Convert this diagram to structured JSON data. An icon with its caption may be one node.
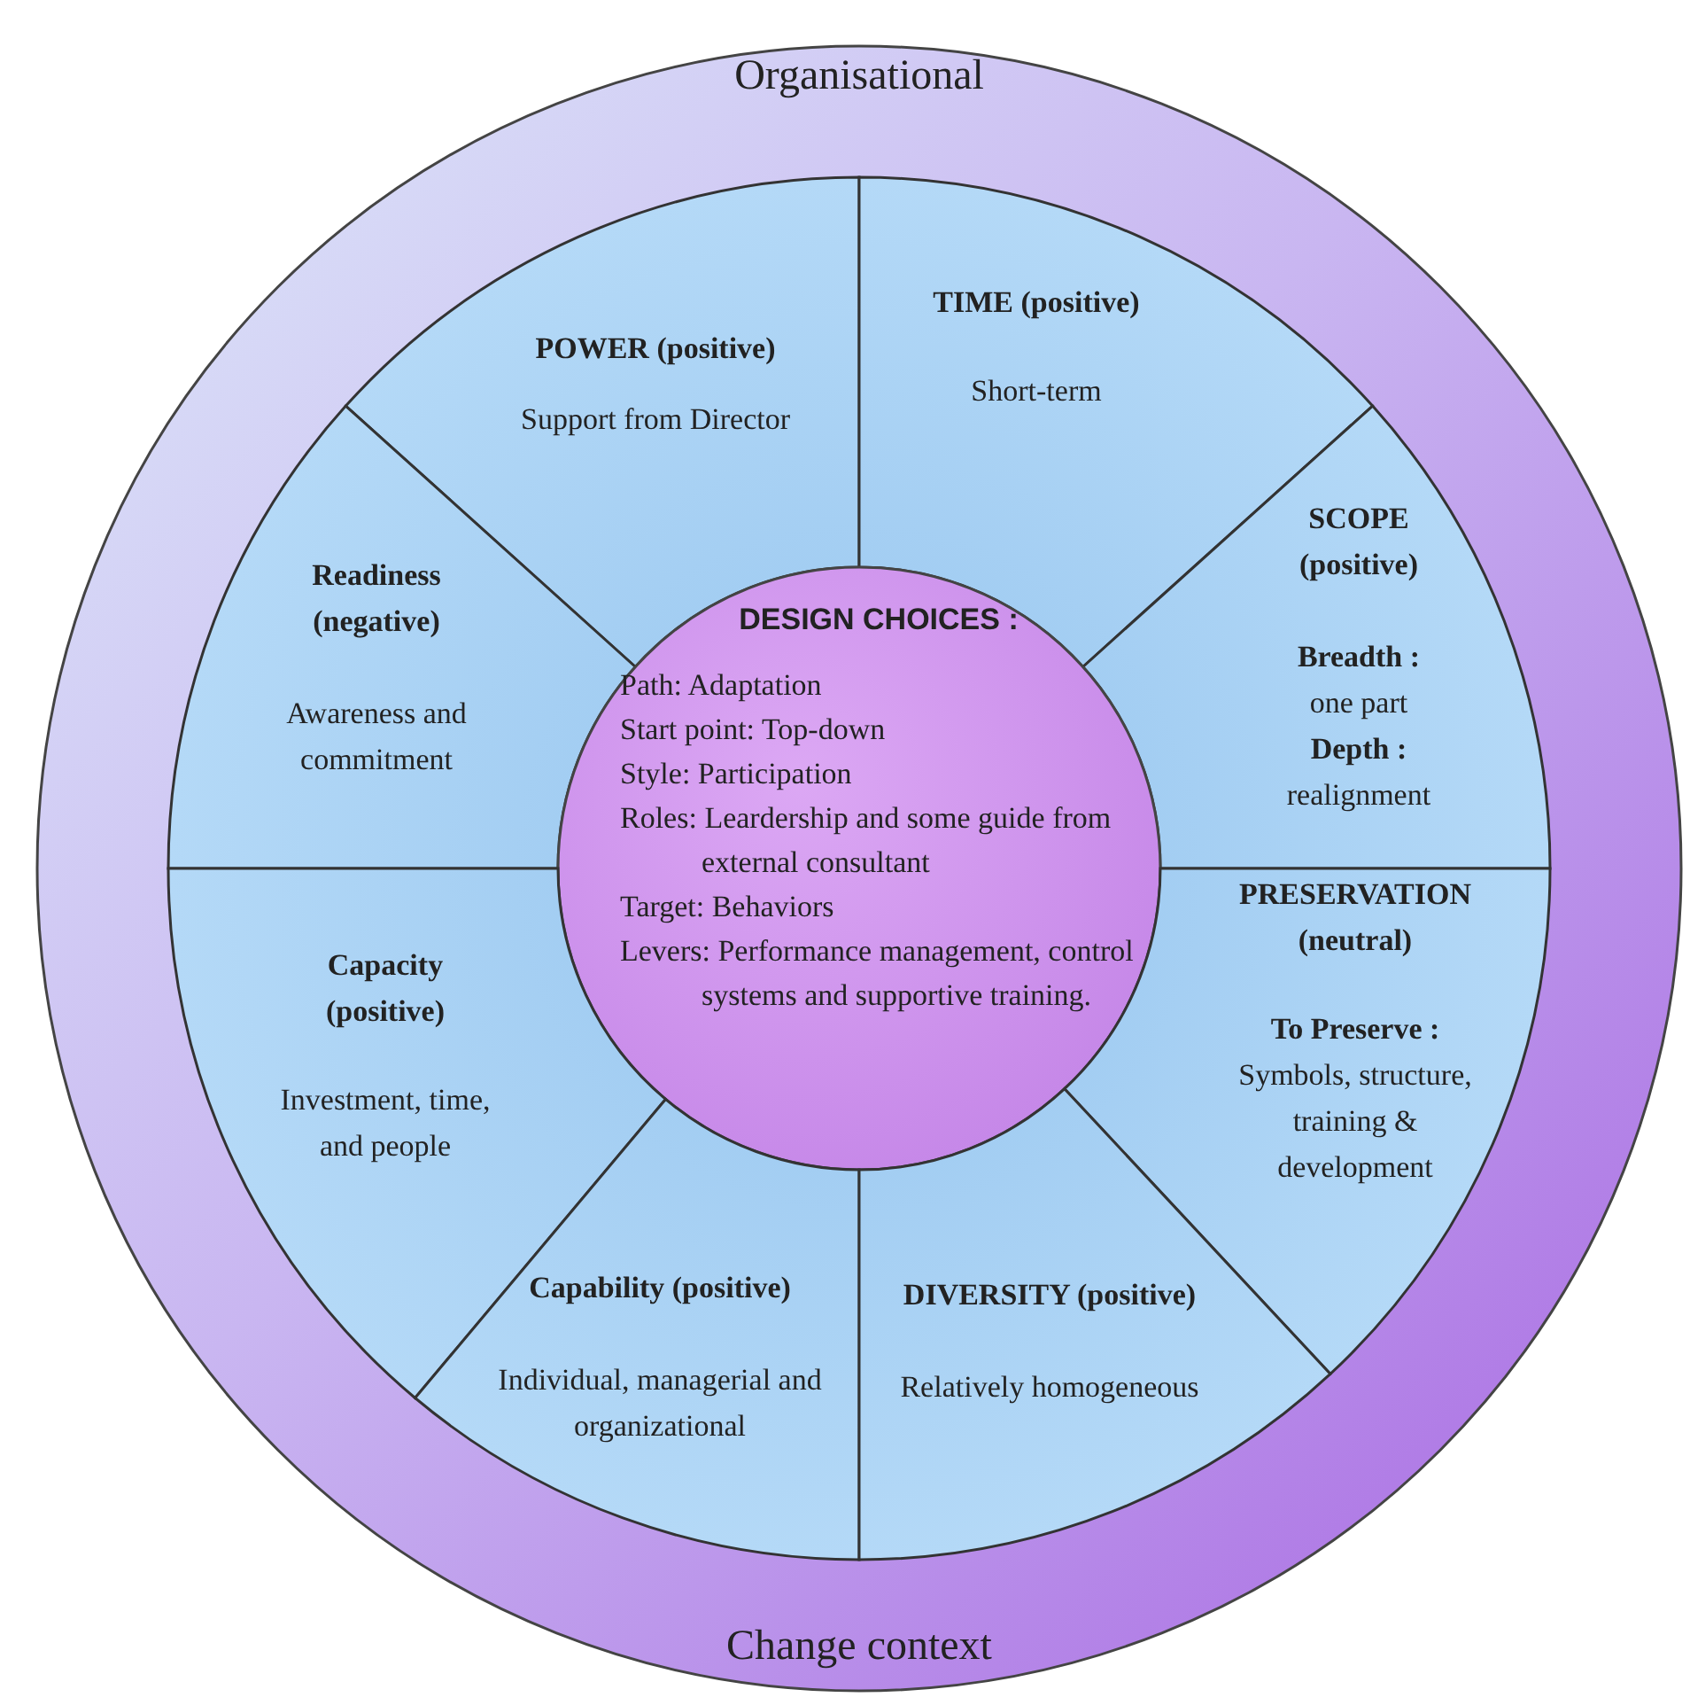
{
  "diagram": {
    "nodes": [
      {
        "text": [
          "Organisational",
          "Change context"
        ]
      },
      {
        "text": [
          "POWER  (positive)",
          "Support from Director"
        ],
        "in": 0
      },
      {
        "text": [
          "TIME (positive)",
          "Short-term"
        ],
        "in": 0
      },
      {
        "text": [
          "SCOPE (positive)",
          "Breadth :",
          "one part",
          "Depth :",
          "realignment"
        ],
        "in": 0
      },
      {
        "text": [
          "Readiness (negative)",
          "Awareness and commitment"
        ],
        "in": 0
      },
      {
        "text": [
          "DESIGN CHOICES :",
          "Path: Adaptation",
          "Start point: Top-down",
          "Style: Participation",
          "Roles: Leardership and some guide from external consultant",
          "Target: Behaviors",
          "Levers: Performance management, control systems and supportive training."
        ],
        "in": 0
      },
      {
        "text": [
          "Capacity (positive)",
          "Investment, time, and people"
        ],
        "in": 0
      },
      {
        "text": [
          "PRESERVATION (neutral)",
          "To Preserve :",
          "Symbols, structure, training & development"
        ],
        "in": 0
      },
      {
        "text": [
          "Capability (positive)",
          "Individual, managerial and organizational"
        ],
        "in": 0
      },
      {
        "text": [
          "DIVERSITY (positive)",
          "Relatively homogeneous"
        ],
        "in": 0
      }
    ]
  }
}
